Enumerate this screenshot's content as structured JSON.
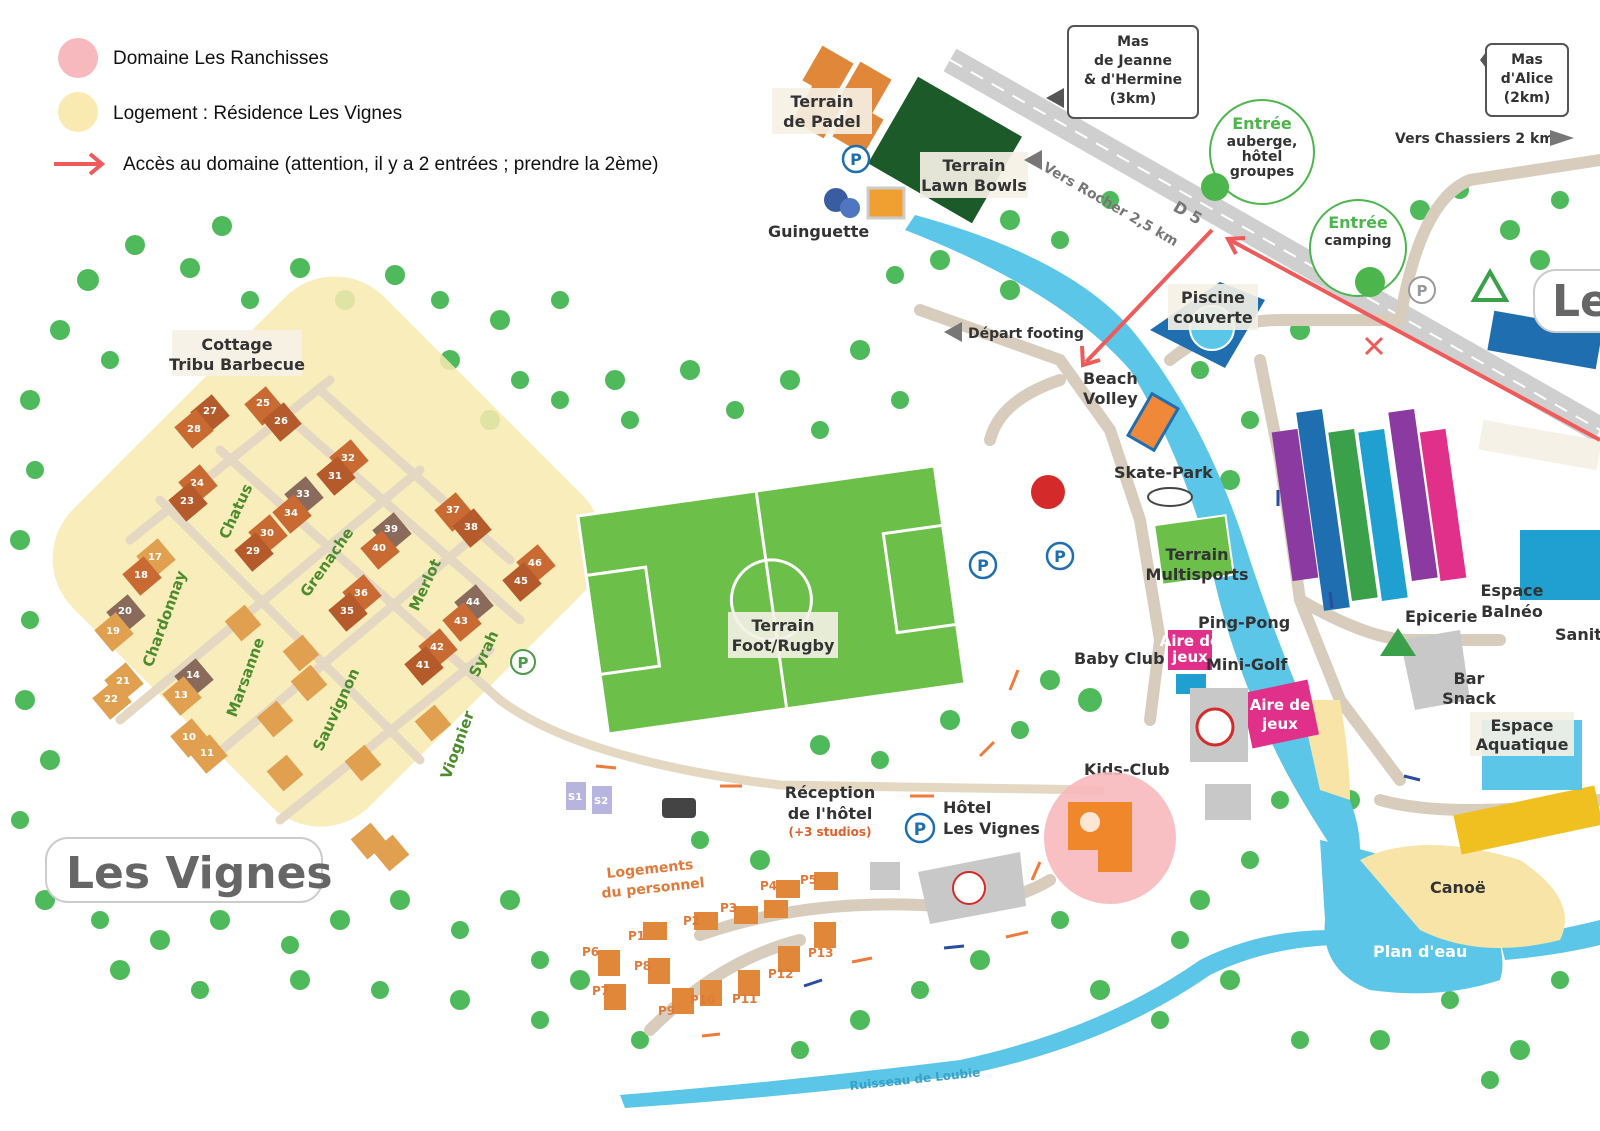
{
  "legend": {
    "domaine": "Domaine Les Ranchisses",
    "logement": "Logement : Résidence Les Vignes",
    "acces": "Accès au domaine (attention, il y a 2 entrées ; prendre la 2ème)"
  },
  "colors": {
    "domaine": "#f7b9bd",
    "logement": "#f8eab0",
    "acces": "#ef5a5a",
    "grass": "#6cc04a",
    "road": "#d8cdbd",
    "water": "#5bc6e8",
    "tree": "#3cb34a"
  },
  "areas": {
    "les_vignes": "Les Vignes",
    "le": "Le"
  },
  "cottage": {
    "line1": "Cottage",
    "line2": "Tribu Barbecue"
  },
  "streets": [
    "Chatus",
    "Grenache",
    "Merlot",
    "Chardonnay",
    "Marsanne",
    "Sauvignon",
    "Syrah",
    "Viognier"
  ],
  "cottage_numbers": [
    "27",
    "28",
    "25",
    "26",
    "32",
    "31",
    "24",
    "23",
    "33",
    "34",
    "30",
    "29",
    "37",
    "38",
    "39",
    "40",
    "17",
    "18",
    "46",
    "45",
    "36",
    "35",
    "20",
    "19",
    "44",
    "43",
    "42",
    "41",
    "14",
    "13",
    "10",
    "11",
    "21",
    "22"
  ],
  "places": {
    "terrain_padel": [
      "Terrain",
      "de Padel"
    ],
    "lawn_bowls": [
      "Terrain",
      "Lawn Bowls"
    ],
    "guinguette": "Guinguette",
    "mas_jeanne": [
      "Mas",
      "de Jeanne",
      "& d'Hermine",
      "(3km)"
    ],
    "mas_alice": [
      "Mas",
      "d'Alice",
      "(2km)"
    ],
    "vers_chassiers": "Vers Chassiers 2 km",
    "vers_rocher": "Vers Rocher 2,5 km",
    "road_d5": "D 5",
    "entree_auberge": [
      "Entrée",
      "auberge,",
      "hôtel",
      "groupes"
    ],
    "entree_camping": [
      "Entrée",
      "camping"
    ],
    "piscine": [
      "Piscine",
      "couverte"
    ],
    "depart_footing": "Départ footing",
    "beach_volley": [
      "Beach",
      "Volley"
    ],
    "skate_park": "Skate-Park",
    "terrain_multisports": [
      "Terrain",
      "Multisports"
    ],
    "ping_pong": "Ping-Pong",
    "baby_club": "Baby Club",
    "mini_golf": "Mini-Golf",
    "aire_jeux_small": [
      "Aire de",
      "jeux"
    ],
    "aire_jeux": [
      "Aire de",
      "jeux"
    ],
    "terrain_foot": [
      "Terrain",
      "Foot/Rugby"
    ],
    "kids_club": "Kids-Club",
    "reception": [
      "Réception",
      "de l'hôtel",
      "(+3 studios)"
    ],
    "hotel": [
      "Hôtel",
      "Les Vignes"
    ],
    "logements_personnel": [
      "Logements",
      "du personnel"
    ],
    "staff_units": [
      "P1",
      "P2",
      "P3",
      "P4",
      "P5",
      "P6",
      "P7",
      "P8",
      "P9",
      "P10",
      "P11",
      "P12",
      "P13"
    ],
    "s_units": [
      "S1",
      "S2"
    ],
    "espace_balneo": [
      "Espace",
      "Balnéo"
    ],
    "epicerie": "Epicerie",
    "sanitaires": "Sanit",
    "bar_snack": [
      "Bar",
      "Snack"
    ],
    "espace_aquatique": [
      "Espace",
      "Aquatique"
    ],
    "canoe": "Canoë",
    "plan_eau": "Plan d'eau",
    "ruisseau": "Ruisseau de Loubie",
    "parking": "P"
  }
}
